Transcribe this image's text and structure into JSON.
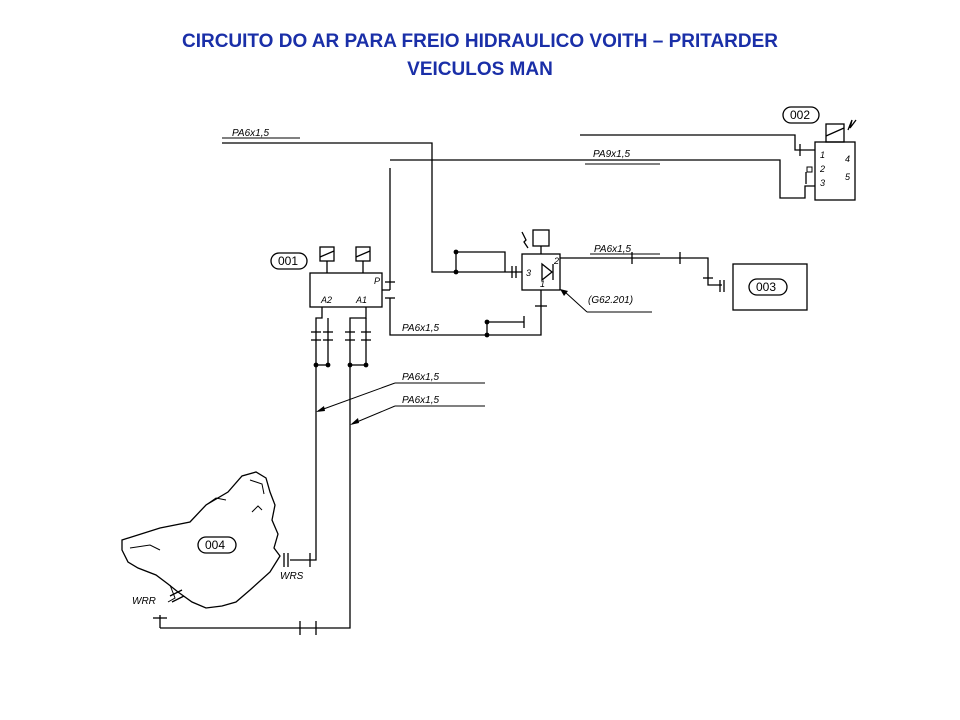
{
  "title": {
    "line1": "CIRCUITO DO AR PARA FREIO HIDRAULICO VOITH – PRITARDER",
    "line2": "VEICULOS MAN"
  },
  "components": {
    "c001": "001",
    "c002": "002",
    "c003": "003",
    "c004": "004"
  },
  "pipes": {
    "top_left": "PA6x1,5",
    "top_right": "PA9x1,5",
    "mid_right": "PA6x1,5",
    "lower": "PA6x1,5",
    "branch_a": "PA6x1,5",
    "branch_b": "PA6x1,5"
  },
  "ports": {
    "c001_p": "P",
    "c001_a2": "A2",
    "c001_a1": "A1",
    "valve_2": "2",
    "valve_3": "3",
    "valve_1": "1",
    "c002_1": "1",
    "c002_2": "2",
    "c002_3": "3",
    "c002_4": "4",
    "c002_5": "5"
  },
  "refs": {
    "valve_ref": "(G62.201)",
    "wrs": "WRS",
    "wrr": "WRR"
  }
}
